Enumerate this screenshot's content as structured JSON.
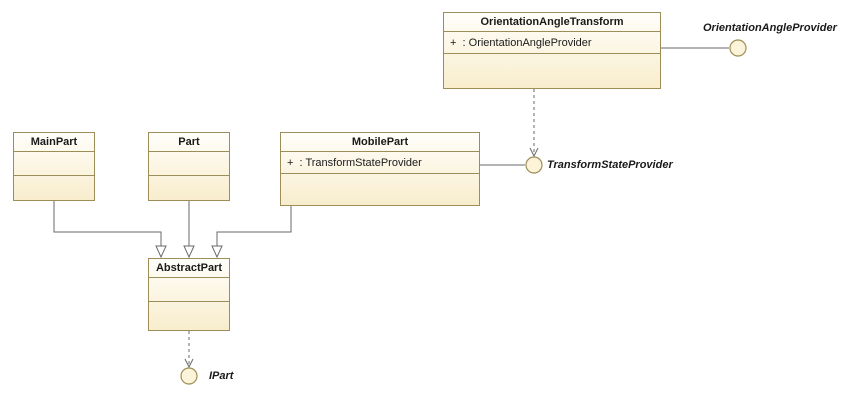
{
  "classes": {
    "orientation_angle_transform": {
      "name": "OrientationAngleTransform",
      "attribute": "+  : OrientationAngleProvider"
    },
    "mobile_part": {
      "name": "MobilePart",
      "attribute": "+  : TransformStateProvider"
    },
    "main_part": {
      "name": "MainPart"
    },
    "part": {
      "name": "Part"
    },
    "abstract_part": {
      "name": "AbstractPart"
    }
  },
  "interfaces": {
    "orientation_angle_provider": {
      "label": "OrientationAngleProvider"
    },
    "transform_state_provider": {
      "label": "TransformStateProvider"
    },
    "ipart": {
      "label": "IPart"
    }
  },
  "colors": {
    "box_fill_top": "#fffefa",
    "box_fill_bottom": "#f8edcd",
    "box_border": "#9c8e58",
    "connector": "#6a6a6a",
    "circle_fill": "#fcf3d8"
  }
}
